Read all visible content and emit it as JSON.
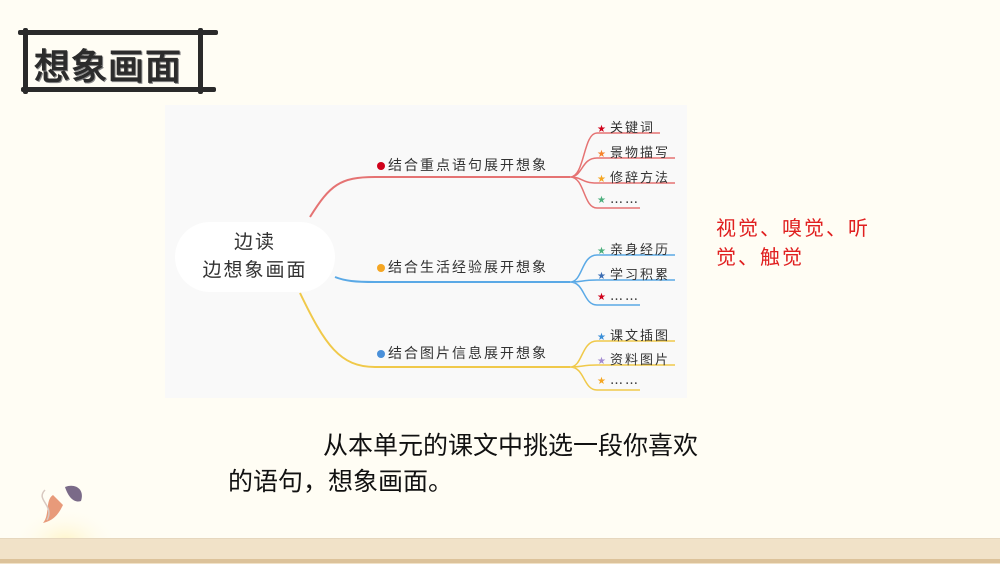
{
  "header": {
    "title": "想象画面"
  },
  "mindmap": {
    "root": {
      "line1": "边读",
      "line2": "边想象画面"
    },
    "branches": [
      {
        "label": "结合重点语句展开想象",
        "color": "#e57373",
        "marker_color": "#d0021b",
        "leaves": [
          {
            "label": "关键词",
            "star_color": "#d0021b"
          },
          {
            "label": "景物描写",
            "star_color": "#f5822a"
          },
          {
            "label": "修辞方法",
            "star_color": "#f5a623"
          },
          {
            "label": "……",
            "star_color": "#4caf7d"
          }
        ]
      },
      {
        "label": "结合生活经验展开想象",
        "color": "#5aa9e6",
        "marker_color": "#f5a623",
        "leaves": [
          {
            "label": "亲身经历",
            "star_color": "#4caf7d"
          },
          {
            "label": "学习积累",
            "star_color": "#3b6db3"
          },
          {
            "label": "……",
            "star_color": "#d0021b"
          }
        ]
      },
      {
        "label": "结合图片信息展开想象",
        "color": "#f0c94a",
        "marker_color": "#4a90d9",
        "leaves": [
          {
            "label": "课文插图",
            "star_color": "#3a8fd9"
          },
          {
            "label": "资料图片",
            "star_color": "#a48bd1"
          },
          {
            "label": "……",
            "star_color": "#f5a623"
          }
        ]
      }
    ]
  },
  "note": {
    "text": "视觉、嗅觉、听觉、触觉",
    "color": "#e02020"
  },
  "instruction": {
    "line1": "从本单元的课文中挑选一段你喜欢",
    "line2": "的语句，想象画面。"
  }
}
